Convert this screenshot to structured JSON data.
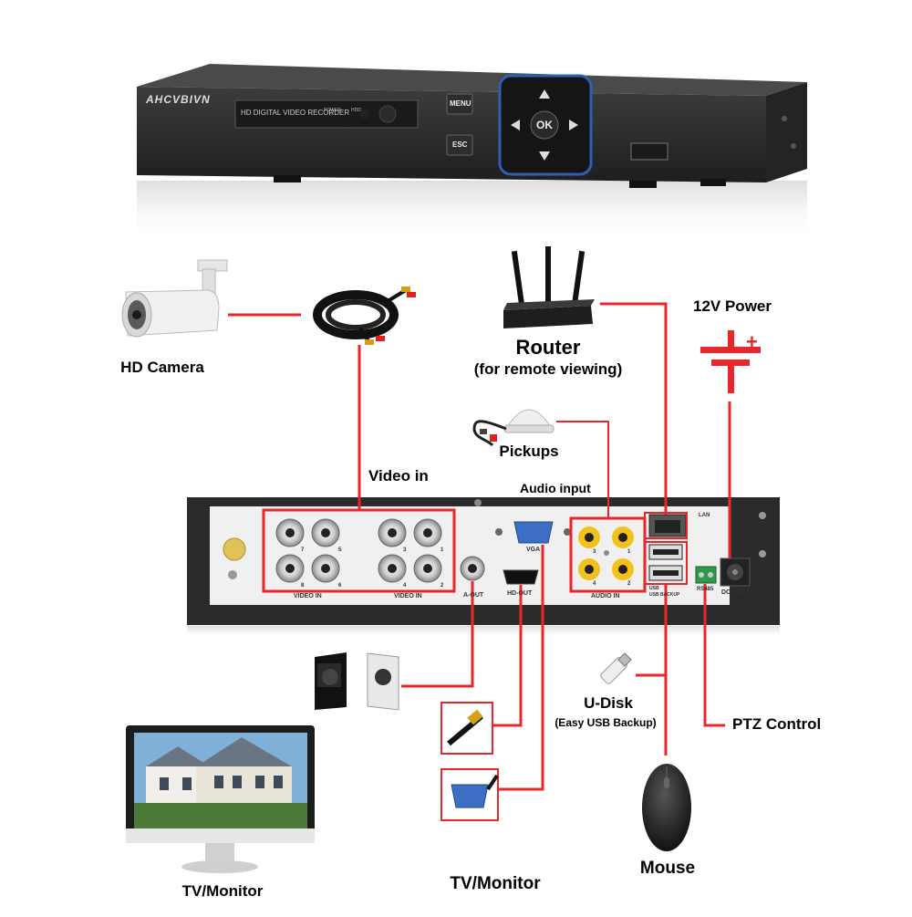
{
  "dvr_top": {
    "brand": "AHCVBIVN",
    "front_label": "HD DIGITAL VIDEO RECORDER",
    "power_label": "POWER",
    "hdd_label": "HDD",
    "menu_button": "MENU",
    "esc_button": "ESC",
    "ok_button": "OK"
  },
  "devices": {
    "camera": "HD Camera",
    "router": "Router",
    "router_note": "(for remote viewing)",
    "power": "12V Power",
    "pickups": "Pickups",
    "video_in": "Video in",
    "audio_input": "Audio input",
    "udisk": "U-Disk",
    "udisk_note": "(Easy USB Backup)",
    "ptz": "PTZ Control",
    "mouse": "Mouse",
    "tv_left": "TV/Monitor",
    "tv_center": "TV/Monitor"
  },
  "rear_panel": {
    "video_in_left": "VIDEO IN",
    "video_in_right": "VIDEO IN",
    "bnc_numbers_left": [
      "7",
      "5",
      "8",
      "6"
    ],
    "bnc_numbers_right": [
      "3",
      "1",
      "4",
      "2"
    ],
    "a_out": "A-OUT",
    "hd_out": "HD-OUT",
    "vga": "VGA",
    "audio_in": "AUDIO IN",
    "audio_numbers": [
      "3",
      "1",
      "4",
      "2"
    ],
    "lan": "LAN",
    "usb_label": "USB",
    "usb_backup_label": "USB BACKUP",
    "rs485": "RS485",
    "dc12v": "DC 12V"
  },
  "colors": {
    "wire": "#e8262b",
    "panel": "#2b2b2b",
    "dvr_body": "#3a3a3a"
  }
}
